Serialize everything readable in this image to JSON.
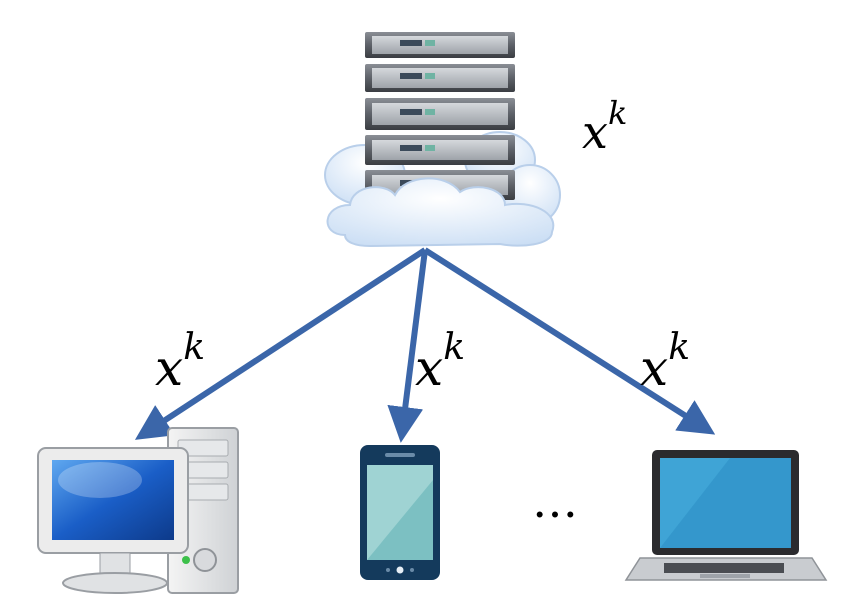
{
  "nodes": {
    "server": {
      "name": "cloud-server"
    },
    "clients": [
      {
        "name": "desktop-computer"
      },
      {
        "name": "smartphone"
      },
      {
        "name": "laptop"
      }
    ]
  },
  "labels": {
    "server_label": {
      "base": "x",
      "sup": "k"
    },
    "edge_labels": [
      {
        "base": "x",
        "sup": "k"
      },
      {
        "base": "x",
        "sup": "k"
      },
      {
        "base": "x",
        "sup": "k"
      }
    ],
    "ellipsis": "…"
  },
  "colors": {
    "arrow": "#3b66a9",
    "phone_body": "#143a5c",
    "phone_screen": "#9fd3d3",
    "laptop_screen": "#3fa4d6",
    "monitor_screen": "#1a5ec7",
    "cloud": "#e3eefb",
    "server_rack": "#5d6168"
  }
}
